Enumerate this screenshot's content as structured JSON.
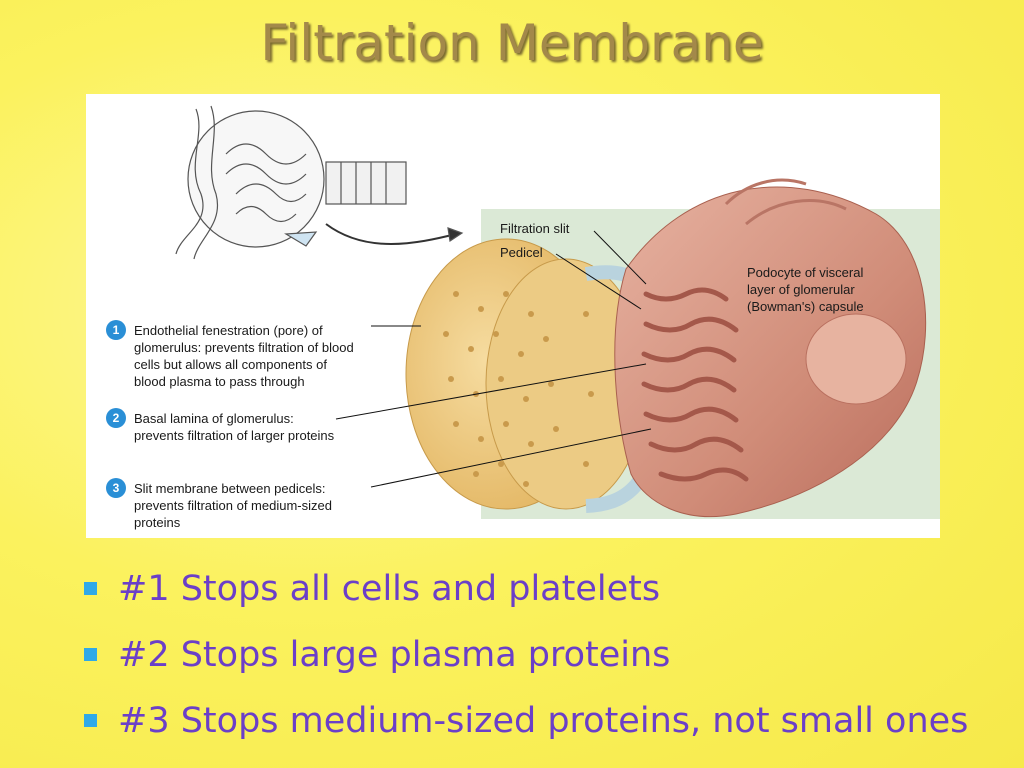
{
  "slide": {
    "title": "Filtration Membrane"
  },
  "figure": {
    "labels": {
      "filtration_slit": "Filtration slit",
      "pedicel": "Pedicel",
      "podocyte_1": "Podocyte of visceral",
      "podocyte_2": "layer of glomerular",
      "podocyte_3": "(Bowman's) capsule"
    },
    "callouts": [
      {
        "number": "1",
        "lines": [
          "Endothelial fenestration (pore) of",
          "glomerulus: prevents filtration of blood",
          "cells but allows all components of",
          "blood plasma to pass through"
        ]
      },
      {
        "number": "2",
        "lines": [
          "Basal lamina of glomerulus:",
          "prevents filtration of larger proteins"
        ]
      },
      {
        "number": "3",
        "lines": [
          "Slit membrane between pedicels:",
          "prevents filtration of medium-sized",
          "proteins"
        ]
      }
    ]
  },
  "bullets": [
    "#1 Stops all cells and platelets",
    "#2 Stops large plasma proteins",
    "#3 Stops medium-sized proteins, not small ones"
  ],
  "colors": {
    "background": "#fbf25e",
    "title": "#a3894a",
    "bullet_text": "#6b3fc8",
    "bullet_marker": "#2fa9e8",
    "callout_badge": "#2a8fd6"
  }
}
